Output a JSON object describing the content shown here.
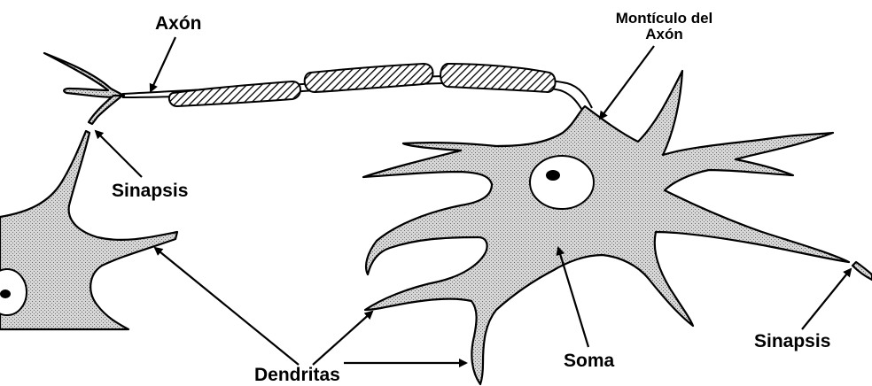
{
  "labels": {
    "axon": "Axón",
    "axon_hillock_line1": "Montículo del",
    "axon_hillock_line2": "Axón",
    "synapse_left": "Sinapsis",
    "synapse_right": "Sinapsis",
    "dendrites": "Dendritas",
    "soma": "Soma"
  }
}
